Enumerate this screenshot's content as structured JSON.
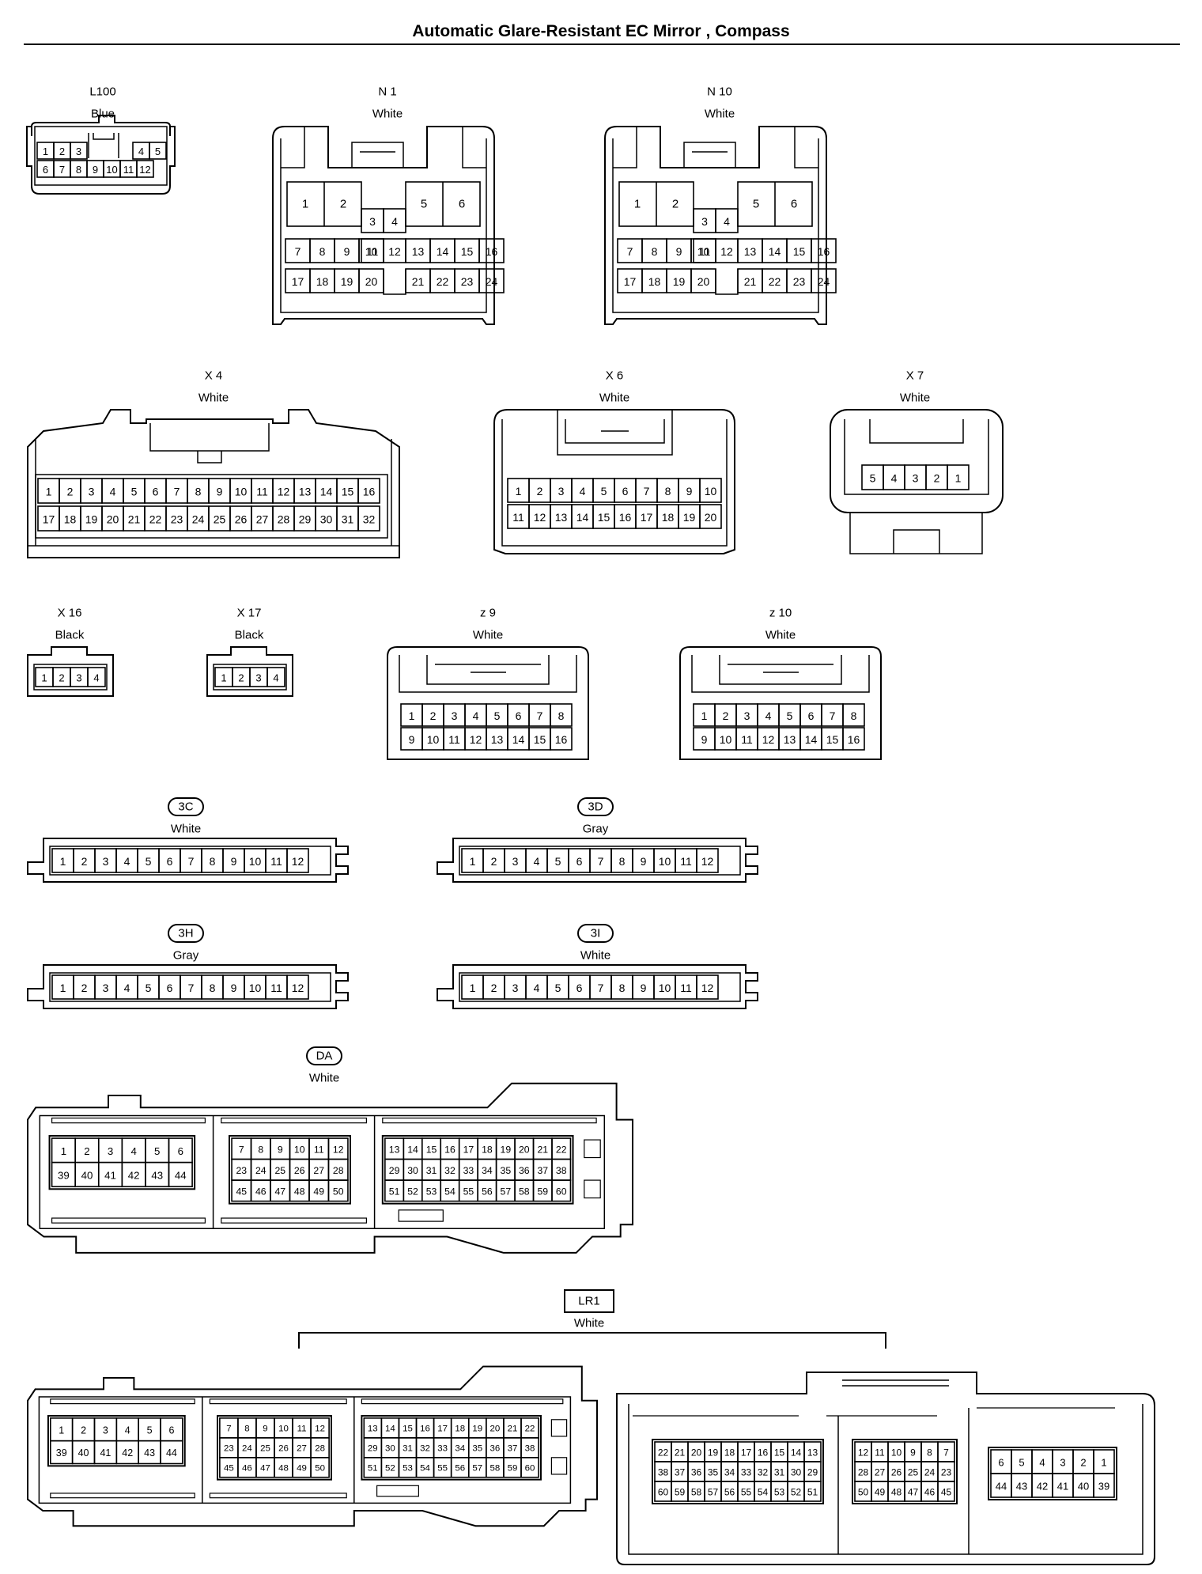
{
  "title": "Automatic Glare-Resistant EC Mirror , Compass",
  "connectors": [
    {
      "id": "L100",
      "color": "Blue",
      "boxed": false,
      "rows": [
        [
          "1",
          "2",
          "3",
          "",
          "4",
          "5"
        ],
        [
          "6",
          "7",
          "8",
          "9",
          "10",
          "11",
          "12"
        ]
      ]
    },
    {
      "id": "N 1",
      "color": "White",
      "boxed": false,
      "rows": [
        [
          "1",
          "2",
          "3",
          "4",
          "5",
          "6"
        ],
        [
          "7",
          "8",
          "9",
          "10",
          "11",
          "12",
          "13",
          "14",
          "15",
          "16"
        ],
        [
          "17",
          "18",
          "19",
          "20",
          "21",
          "22",
          "23",
          "24"
        ]
      ]
    },
    {
      "id": "N 10",
      "color": "White",
      "boxed": false,
      "rows": [
        [
          "1",
          "2",
          "3",
          "4",
          "5",
          "6"
        ],
        [
          "7",
          "8",
          "9",
          "10",
          "11",
          "12",
          "13",
          "14",
          "15",
          "16"
        ],
        [
          "17",
          "18",
          "19",
          "20",
          "21",
          "22",
          "23",
          "24"
        ]
      ]
    },
    {
      "id": "X 4",
      "color": "White",
      "boxed": false,
      "rows": [
        [
          "1",
          "2",
          "3",
          "4",
          "5",
          "6",
          "7",
          "8",
          "9",
          "10",
          "11",
          "12",
          "13",
          "14",
          "15",
          "16"
        ],
        [
          "17",
          "18",
          "19",
          "20",
          "21",
          "22",
          "23",
          "24",
          "25",
          "26",
          "27",
          "28",
          "29",
          "30",
          "31",
          "32"
        ]
      ]
    },
    {
      "id": "X 6",
      "color": "White",
      "boxed": false,
      "rows": [
        [
          "1",
          "2",
          "3",
          "4",
          "5",
          "6",
          "7",
          "8",
          "9",
          "10"
        ],
        [
          "11",
          "12",
          "13",
          "14",
          "15",
          "16",
          "17",
          "18",
          "19",
          "20"
        ]
      ]
    },
    {
      "id": "X 7",
      "color": "White",
      "boxed": false,
      "rows": [
        [
          "5",
          "4",
          "3",
          "2",
          "1"
        ]
      ]
    },
    {
      "id": "X 16",
      "color": "Black",
      "boxed": false,
      "rows": [
        [
          "1",
          "2",
          "3",
          "4"
        ]
      ]
    },
    {
      "id": "X 17",
      "color": "Black",
      "boxed": false,
      "rows": [
        [
          "1",
          "2",
          "3",
          "4"
        ]
      ]
    },
    {
      "id": "z 9",
      "color": "White",
      "boxed": false,
      "rows": [
        [
          "1",
          "2",
          "3",
          "4",
          "5",
          "6",
          "7",
          "8"
        ],
        [
          "9",
          "10",
          "11",
          "12",
          "13",
          "14",
          "15",
          "16"
        ]
      ]
    },
    {
      "id": "z 10",
      "color": "White",
      "boxed": false,
      "rows": [
        [
          "1",
          "2",
          "3",
          "4",
          "5",
          "6",
          "7",
          "8"
        ],
        [
          "9",
          "10",
          "11",
          "12",
          "13",
          "14",
          "15",
          "16"
        ]
      ]
    },
    {
      "id": "3C",
      "color": "White",
      "boxed": "pill",
      "rows": [
        [
          "1",
          "2",
          "3",
          "4",
          "5",
          "6",
          "7",
          "8",
          "9",
          "10",
          "11",
          "12"
        ]
      ]
    },
    {
      "id": "3D",
      "color": "Gray",
      "boxed": "pill",
      "rows": [
        [
          "1",
          "2",
          "3",
          "4",
          "5",
          "6",
          "7",
          "8",
          "9",
          "10",
          "11",
          "12"
        ]
      ]
    },
    {
      "id": "3H",
      "color": "Gray",
      "boxed": "pill",
      "rows": [
        [
          "1",
          "2",
          "3",
          "4",
          "5",
          "6",
          "7",
          "8",
          "9",
          "10",
          "11",
          "12"
        ]
      ]
    },
    {
      "id": "3I",
      "color": "White",
      "boxed": "pill",
      "rows": [
        [
          "1",
          "2",
          "3",
          "4",
          "5",
          "6",
          "7",
          "8",
          "9",
          "10",
          "11",
          "12"
        ]
      ]
    },
    {
      "id": "DA",
      "color": "White",
      "boxed": "pill",
      "blocks": [
        [
          [
            "1",
            "2",
            "3",
            "4",
            "5",
            "6"
          ],
          [
            "39",
            "40",
            "41",
            "42",
            "43",
            "44"
          ]
        ],
        [
          [
            "7",
            "8",
            "9",
            "10",
            "11",
            "12"
          ],
          [
            "23",
            "24",
            "25",
            "26",
            "27",
            "28"
          ],
          [
            "45",
            "46",
            "47",
            "48",
            "49",
            "50"
          ]
        ],
        [
          [
            "13",
            "14",
            "15",
            "16",
            "17",
            "18",
            "19",
            "20",
            "21",
            "22"
          ],
          [
            "29",
            "30",
            "31",
            "32",
            "33",
            "34",
            "35",
            "36",
            "37",
            "38"
          ],
          [
            "51",
            "52",
            "53",
            "54",
            "55",
            "56",
            "57",
            "58",
            "59",
            "60"
          ]
        ]
      ]
    },
    {
      "id": "LR1",
      "color": "White",
      "boxed": "rect",
      "blocks": [
        [
          [
            "1",
            "2",
            "3",
            "4",
            "5",
            "6"
          ],
          [
            "39",
            "40",
            "41",
            "42",
            "43",
            "44"
          ]
        ],
        [
          [
            "7",
            "8",
            "9",
            "10",
            "11",
            "12"
          ],
          [
            "23",
            "24",
            "25",
            "26",
            "27",
            "28"
          ],
          [
            "45",
            "46",
            "47",
            "48",
            "49",
            "50"
          ]
        ],
        [
          [
            "13",
            "14",
            "15",
            "16",
            "17",
            "18",
            "19",
            "20",
            "21",
            "22"
          ],
          [
            "29",
            "30",
            "31",
            "32",
            "33",
            "34",
            "35",
            "36",
            "37",
            "38"
          ],
          [
            "51",
            "52",
            "53",
            "54",
            "55",
            "56",
            "57",
            "58",
            "59",
            "60"
          ]
        ]
      ],
      "blocks_b": [
        [
          [
            "22",
            "21",
            "20",
            "19",
            "18",
            "17",
            "16",
            "15",
            "14",
            "13"
          ],
          [
            "38",
            "37",
            "36",
            "35",
            "34",
            "33",
            "32",
            "31",
            "30",
            "29"
          ],
          [
            "60",
            "59",
            "58",
            "57",
            "56",
            "55",
            "54",
            "53",
            "52",
            "51"
          ]
        ],
        [
          [
            "12",
            "11",
            "10",
            "9",
            "8",
            "7"
          ],
          [
            "28",
            "27",
            "26",
            "25",
            "24",
            "23"
          ],
          [
            "50",
            "49",
            "48",
            "47",
            "46",
            "45"
          ]
        ],
        [
          [
            "6",
            "5",
            "4",
            "3",
            "2",
            "1"
          ],
          [
            "44",
            "43",
            "42",
            "41",
            "40",
            "39"
          ]
        ]
      ]
    }
  ]
}
